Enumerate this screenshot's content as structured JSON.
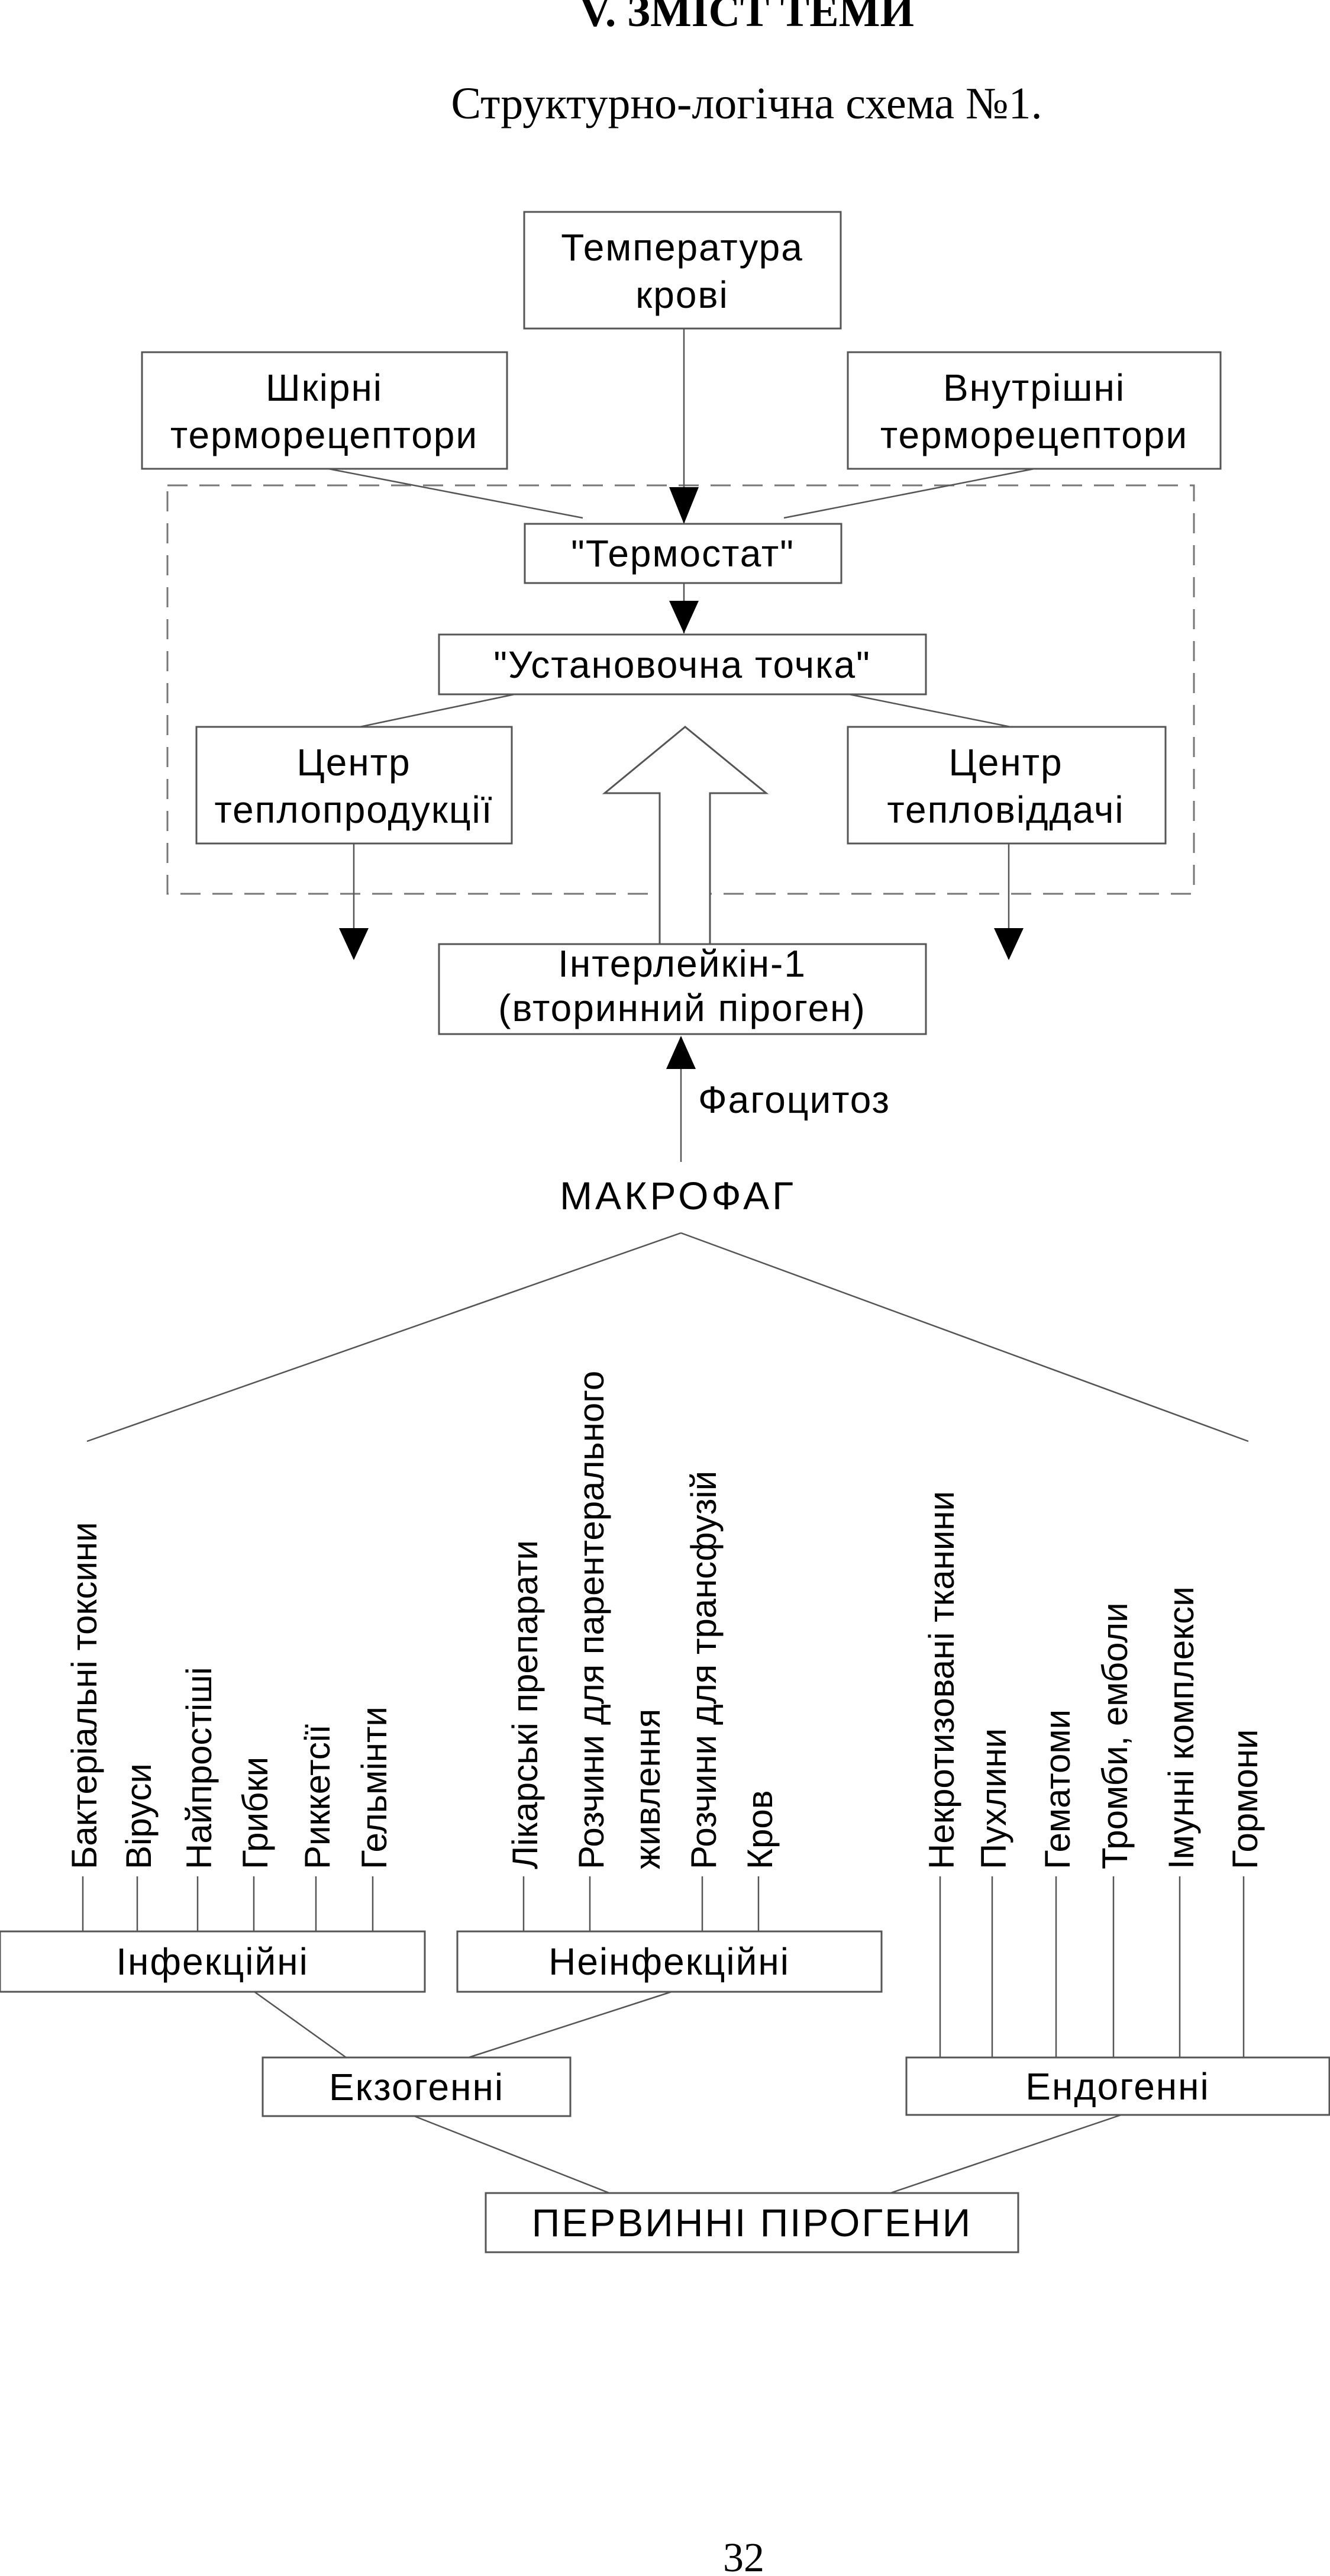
{
  "section_title": "V. ЗМІСТ ТЕМИ",
  "scheme_caption": "Структурно-логічна схема №1.",
  "page_number": "32",
  "diagram": {
    "blood_temperature": [
      "Температура",
      "крові"
    ],
    "skin_thermoreceptors": [
      "Шкірні",
      "терморецептори"
    ],
    "internal_thermoreceptors": [
      "Внутрішні",
      "терморецептори"
    ],
    "thermostat": "\"Термостат\"",
    "set_point": "\"Установочна точка\"",
    "heat_production_center": [
      "Центр",
      "теплопродукції"
    ],
    "heat_loss_center": [
      "Центр",
      "тепловіддачі"
    ],
    "interleukin": [
      "Інтерлейкін-1",
      "(вторинний піроген)"
    ],
    "phagocytosis": "Фагоцитоз",
    "macrophage": "МАКРОФАГ",
    "infectious_items": [
      "Бактеріальні токсини",
      "Віруси",
      "Найпростіші",
      "Грибки",
      "Риккетсії",
      "Гельмінти"
    ],
    "noninfectious_items": [
      "Лікарські препарати",
      "Розчини для парентерального",
      "живлення",
      "Розчини для трансфузій",
      "Кров"
    ],
    "endogenous_items": [
      "Некротизовані тканини",
      "Пухлини",
      "Гематоми",
      "Тромби, емболи",
      "Імунні комплекси",
      "Гормони"
    ],
    "infectious": "Інфекційні",
    "noninfectious": "Неінфекційні",
    "exogenous": "Екзогенні",
    "endogenous": "Ендогенні",
    "primary_pyrogens": "ПЕРВИННІ ПІРОГЕНИ"
  }
}
